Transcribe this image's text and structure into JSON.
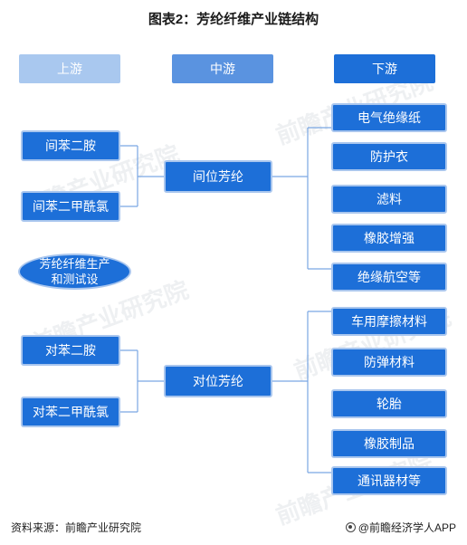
{
  "title": "图表2：芳纶纤维产业链结构",
  "stages": {
    "upstream": "上游",
    "midstream": "中游",
    "downstream": "下游"
  },
  "upstream_top": [
    "间苯二胺",
    "间苯二甲酰氯"
  ],
  "upstream_bottom": [
    "对苯二胺",
    "对苯二甲酰氯"
  ],
  "process_label": "芳纶纤维生产和测试设",
  "midstream": [
    "间位芳纶",
    "对位芳纶"
  ],
  "downstream_top": [
    "电气绝缘纸",
    "防护衣",
    "滤料",
    "橡胶增强",
    "绝缘航空等"
  ],
  "downstream_bottom": [
    "车用摩擦材料",
    "防弹材料",
    "轮胎",
    "橡胶制品",
    "通讯器材等"
  ],
  "watermark": "前瞻产业研究院",
  "footer": {
    "source": "资料来源：前瞻产业研究院",
    "brand": "@前瞻经济学人APP"
  },
  "colors": {
    "upstream_header": "#a9c8ef",
    "midstream_header": "#5a93e0",
    "downstream_header": "#1d6fd8",
    "node": "#1d6fd8",
    "node_border": "#a9c6ee",
    "connector": "#7aa6e3"
  }
}
